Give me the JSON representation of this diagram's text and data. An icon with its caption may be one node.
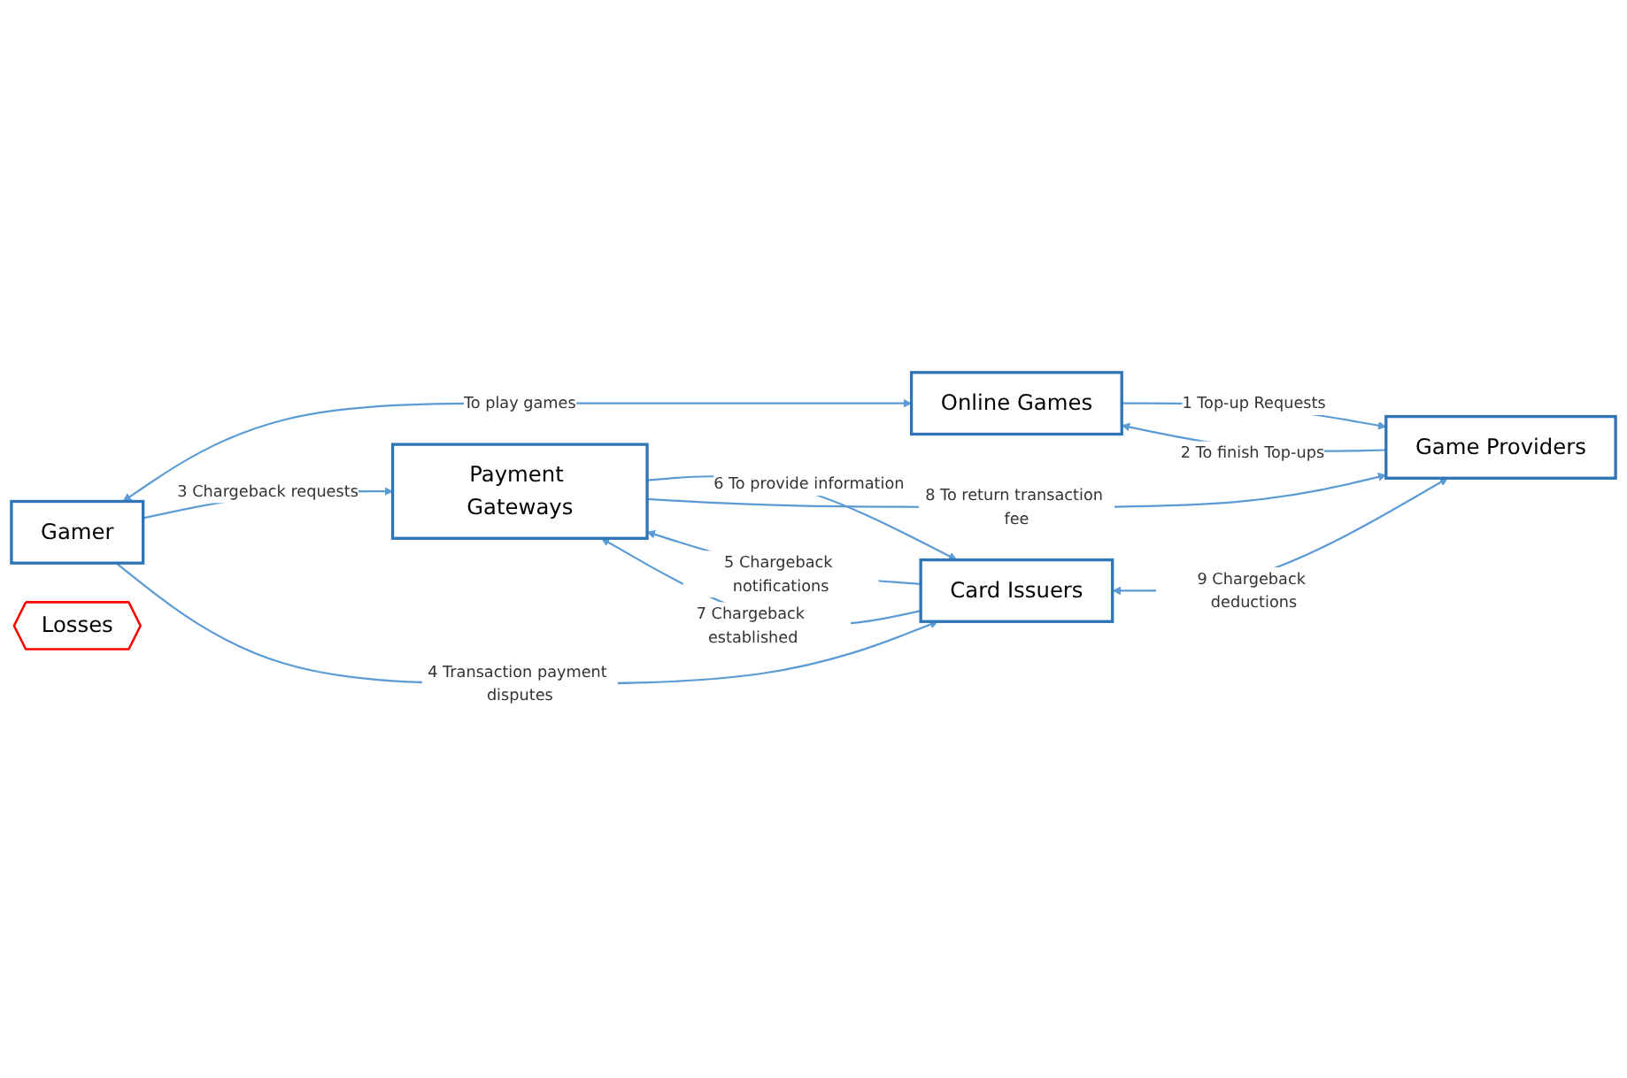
{
  "diagram": {
    "nodes": [
      {
        "text": [
          "Gamer"
        ]
      },
      {
        "text": [
          "Online Games"
        ]
      },
      {
        "text": [
          "Game Providers"
        ]
      },
      {
        "text": [
          "Losses"
        ]
      },
      {
        "text": [
          "Payment Gateways"
        ]
      },
      {
        "text": [
          "Card Issuers"
        ]
      }
    ],
    "edges": [
      {
        "from": 0,
        "to": 1,
        "arrow": "both",
        "label": "To play games"
      },
      {
        "from": 1,
        "to": 2,
        "arrow": "to",
        "label": "1 Top-up Requests"
      },
      {
        "from": 2,
        "to": 1,
        "arrow": "to",
        "label": "2 To finish Top-ups"
      },
      {
        "from": 0,
        "to": 4,
        "arrow": "to",
        "label": "3 Chargeback requests"
      },
      {
        "from": 0,
        "to": 5,
        "arrow": "to",
        "label": "4 Transaction payment disputes"
      },
      {
        "from": 5,
        "to": 4,
        "arrow": "to",
        "label": "5 Chargeback notifications"
      },
      {
        "from": 4,
        "to": 5,
        "arrow": "to",
        "label": "6 To provide information"
      },
      {
        "from": 5,
        "to": 4,
        "arrow": "to",
        "label": "7 Chargeback established"
      },
      {
        "from": 4,
        "to": 2,
        "arrow": "to",
        "label": "8 To return transaction fee"
      },
      {
        "from": 5,
        "to": 2,
        "arrow": "both",
        "label": "9 Chargeback deductions"
      }
    ]
  }
}
